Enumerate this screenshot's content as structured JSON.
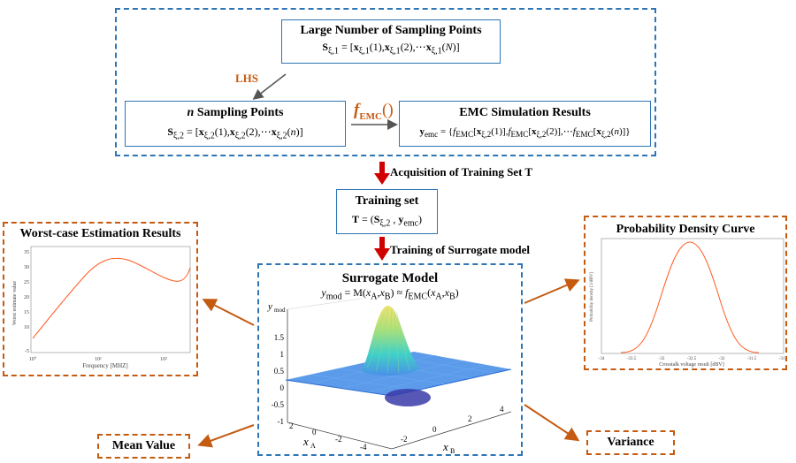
{
  "top_box": {
    "large_title": "Large Number of Sampling Points",
    "large_formula": "S_{ξ,1} = [x_{ξ,1}(1), x_{ξ,1}(2), ⋯ x_{ξ,1}(N)]",
    "lhs_label": "LHS",
    "n_title": "n Sampling Points",
    "n_formula": "S_{ξ,2} = [x_{ξ,2}(1), x_{ξ,2}(2), ⋯ x_{ξ,2}(n)]",
    "femc_label": "f_EMC()",
    "emc_title": "EMC Simulation Results",
    "emc_formula": "y_emc = {f_EMC[x_{ξ,2}(1)], f_EMC[x_{ξ,2}(2)], ⋯ f_EMC[x_{ξ,2}(n)]}"
  },
  "acquisition_label": "Acquisition of Training Set T",
  "training_set": {
    "title": "Training set",
    "formula": "T = (S_{ξ,2}, y_emc)"
  },
  "training_label": "Training of Surrogate model",
  "surrogate": {
    "title": "Surrogate Model",
    "formula": "y_mod = M(x_A, x_B) ≈ f_EMC(x_A, x_B)",
    "ylabel": "y_mod",
    "xlabel_a": "x_A",
    "xlabel_b": "x_B",
    "z_ticks": [
      "1.5",
      "1",
      "0.5",
      "0",
      "-0.5",
      "-1"
    ],
    "a_ticks": [
      "2",
      "0",
      "-2",
      "-4"
    ],
    "b_ticks": [
      "-2",
      "0",
      "2",
      "4"
    ]
  },
  "worst_case": {
    "title": "Worst-case Estimation Results",
    "ylabel": "Worst estimate value",
    "xlabel": "Frequency [MHZ]",
    "y_ticks": [
      "35",
      "30",
      "25",
      "20",
      "15",
      "10",
      "-5"
    ],
    "x_ticks": [
      "10⁰",
      "10¹",
      "10²"
    ]
  },
  "pdf_curve": {
    "title": "Probability Density Curve",
    "ylabel": "Probability density [1/dBV]",
    "xlabel": "Crosstalk voltage result [dBV]",
    "x_ticks": [
      "-34",
      "-33.5",
      "-33",
      "-32.5",
      "-32",
      "-31.5",
      "-31"
    ]
  },
  "mean_value": "Mean Value",
  "variance": "Variance",
  "colors": {
    "blue_dash": "#2e75b6",
    "orange_dash": "#c55a11",
    "red_arrow": "#d00000",
    "curve": "#ff5a1f"
  }
}
